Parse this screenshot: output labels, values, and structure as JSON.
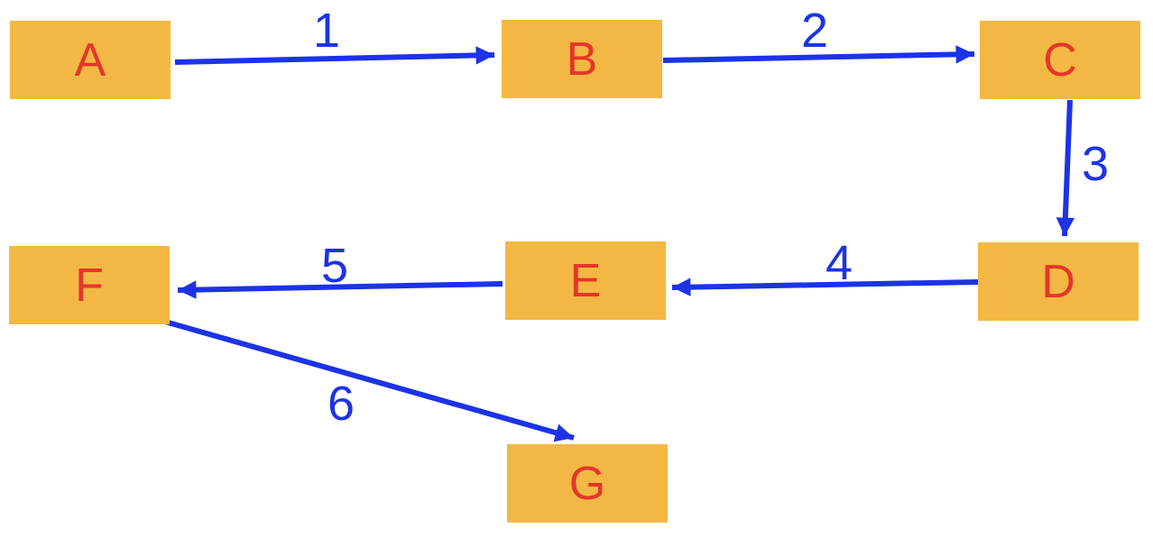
{
  "diagram": {
    "nodes": [
      {
        "id": "A",
        "label": "A"
      },
      {
        "id": "B",
        "label": "B"
      },
      {
        "id": "C",
        "label": "C"
      },
      {
        "id": "D",
        "label": "D"
      },
      {
        "id": "E",
        "label": "E"
      },
      {
        "id": "F",
        "label": "F"
      },
      {
        "id": "G",
        "label": "G"
      }
    ],
    "edges": [
      {
        "from": "A",
        "to": "B",
        "label": "1"
      },
      {
        "from": "B",
        "to": "C",
        "label": "2"
      },
      {
        "from": "C",
        "to": "D",
        "label": "3"
      },
      {
        "from": "D",
        "to": "E",
        "label": "4"
      },
      {
        "from": "E",
        "to": "F",
        "label": "5"
      },
      {
        "from": "F",
        "to": "G",
        "label": "6"
      }
    ],
    "colors": {
      "node_fill": "#F3B843",
      "node_text": "#E4362A",
      "arrow": "#1C33E6",
      "background": "#FFFFFF"
    }
  }
}
